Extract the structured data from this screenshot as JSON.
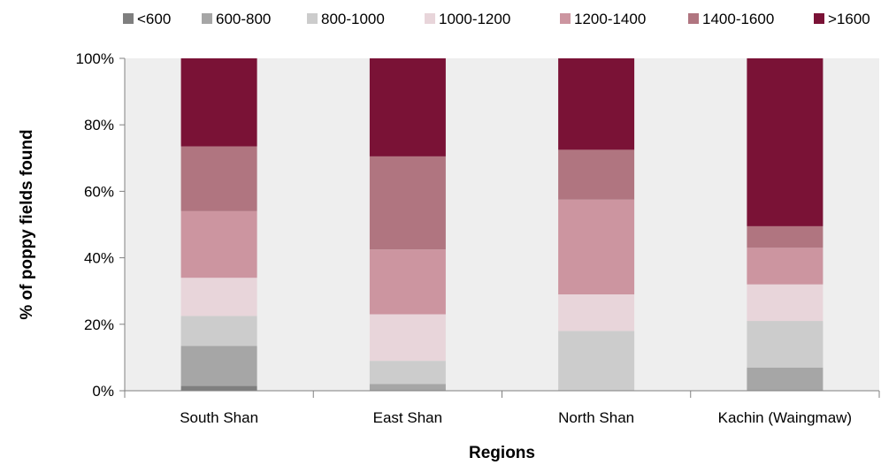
{
  "chart_data": {
    "type": "bar",
    "stacked": true,
    "categories": [
      "South Shan",
      "East Shan",
      "North Shan",
      "Kachin (Waingmaw)"
    ],
    "series": [
      {
        "name": "<600",
        "color": "#7f7f7f",
        "values": [
          1.5,
          0.0,
          0.0,
          0.0
        ]
      },
      {
        "name": "600-800",
        "color": "#a6a6a6",
        "values": [
          12.0,
          2.0,
          0.0,
          7.0
        ]
      },
      {
        "name": "800-1000",
        "color": "#cccccc",
        "values": [
          9.0,
          7.0,
          18.0,
          14.0
        ]
      },
      {
        "name": "1000-1200",
        "color": "#e8d5da",
        "values": [
          11.5,
          14.0,
          11.0,
          11.0
        ]
      },
      {
        "name": "1200-1400",
        "color": "#cc95a0",
        "values": [
          20.0,
          19.5,
          28.5,
          11.0
        ]
      },
      {
        "name": "1400-1600",
        "color": "#b07580",
        "values": [
          19.5,
          28.0,
          15.0,
          6.5
        ]
      },
      {
        "name": ">1600",
        "color": "#7a1236",
        "values": [
          26.5,
          29.5,
          27.5,
          50.5
        ]
      }
    ],
    "xlabel": "Regions",
    "ylabel": "% of poppy fields found",
    "ylim": [
      0,
      100
    ],
    "yticks": [
      "0%",
      "20%",
      "40%",
      "60%",
      "80%",
      "100%"
    ],
    "legend_position": "top",
    "grid": false,
    "plot_background": "#eeeeee"
  }
}
